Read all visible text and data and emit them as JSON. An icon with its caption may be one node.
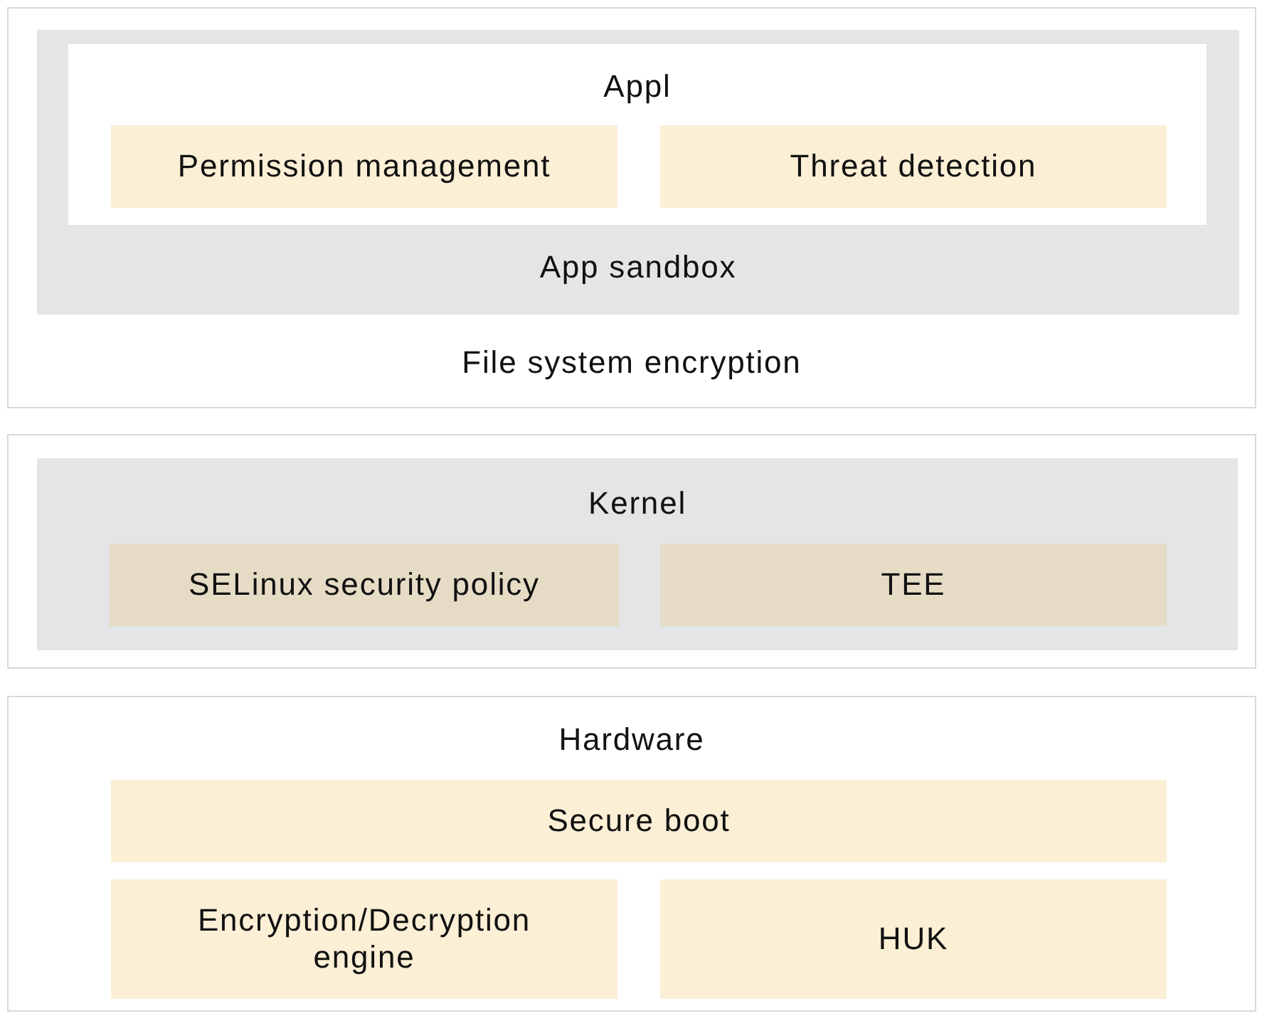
{
  "diagram": {
    "nodes": [
      {
        "text": [
          "File system encryption"
        ]
      },
      {
        "text": [
          "App sandbox"
        ],
        "in": 0
      },
      {
        "text": [
          "Appl"
        ],
        "in": 1
      },
      {
        "text": [
          "Permission management"
        ],
        "in": 2
      },
      {
        "text": [
          "Threat detection"
        ],
        "in": 2
      },
      {
        "text": [],
        "shape": "box"
      },
      {
        "text": [
          "Kernel"
        ],
        "in": 5
      },
      {
        "text": [
          "SELinux security policy"
        ],
        "in": 6
      },
      {
        "text": [
          "TEE"
        ],
        "in": 6
      },
      {
        "text": [
          "Hardware"
        ]
      },
      {
        "text": [
          "Secure boot"
        ],
        "in": 9
      },
      {
        "text": [
          "Encryption/Decryption engine"
        ],
        "in": 9
      },
      {
        "text": [
          "HUK"
        ],
        "in": 9
      }
    ]
  }
}
